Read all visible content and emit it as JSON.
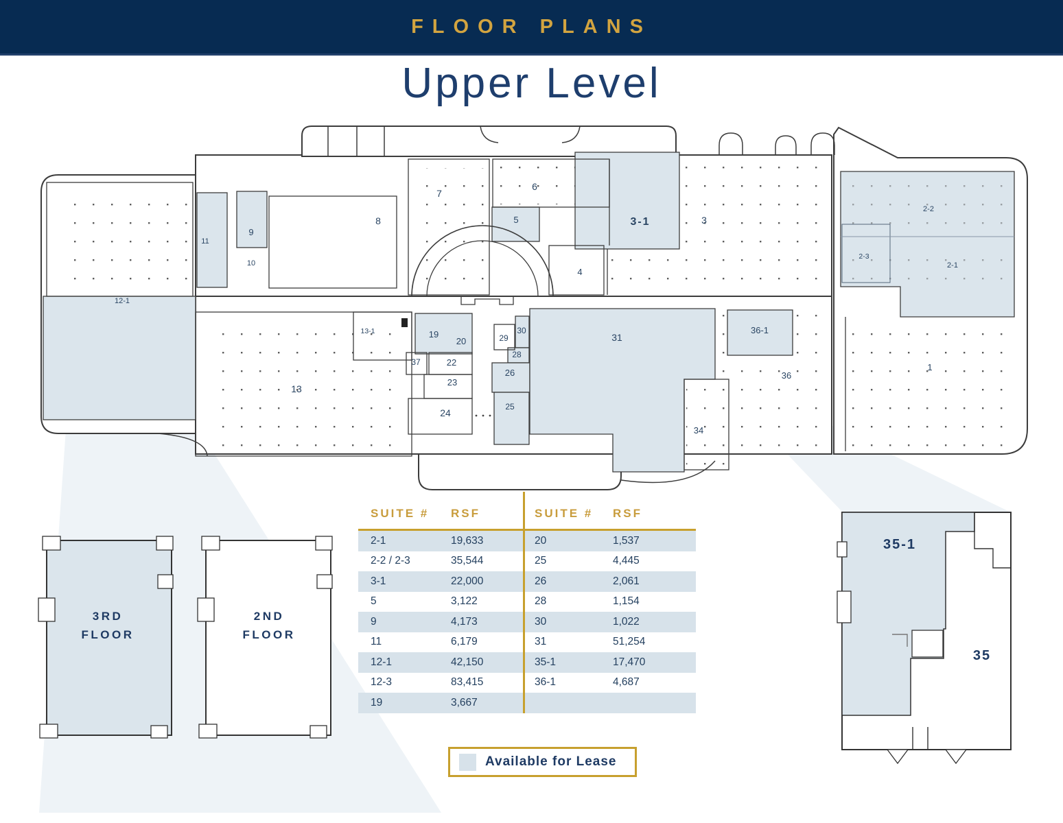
{
  "header": {
    "title": "FLOOR PLANS"
  },
  "page": {
    "title": "Upper Level"
  },
  "colors": {
    "navy_bar": "#072b52",
    "gold": "#c89c3c",
    "available_shade": "#dbe5ec",
    "wall": "#3c3c3c",
    "label_navy": "#2a4563"
  },
  "plan": {
    "labels": {
      "s7": "7",
      "s8": "8",
      "s6": "6",
      "s5": "5",
      "s4": "4",
      "s3_1": "3-1",
      "s3": "3",
      "s11": "11",
      "s9": "9",
      "s10": "10",
      "s12_1": "12-1",
      "s13": "13",
      "s13_1": "13-1",
      "s19": "19",
      "s20": "20",
      "s37": "37",
      "s22": "22",
      "s23": "23",
      "s24": "24",
      "s29": "29",
      "s30": "30",
      "s28": "28",
      "s26": "26",
      "s25": "25",
      "s31": "31",
      "s34": "34",
      "s36": "36",
      "s36_1": "36-1",
      "s2_2": "2-2",
      "s2_3": "2-3",
      "s2_1": "2-1",
      "s1": "1"
    }
  },
  "mini": {
    "third": {
      "l1": "3RD",
      "l2": "FLOOR"
    },
    "second": {
      "l1": "2ND",
      "l2": "FLOOR"
    },
    "right": {
      "s35_1": "35-1",
      "s35": "35"
    }
  },
  "table": {
    "col_headers": [
      "SUITE #",
      "RSF"
    ],
    "left_rows": [
      [
        "2-1",
        "19,633"
      ],
      [
        "2-2 / 2-3",
        "35,544"
      ],
      [
        "3-1",
        "22,000"
      ],
      [
        "5",
        "3,122"
      ],
      [
        "9",
        "4,173"
      ],
      [
        "11",
        "6,179"
      ],
      [
        "12-1",
        "42,150"
      ],
      [
        "12-3",
        "83,415"
      ],
      [
        "19",
        "3,667"
      ]
    ],
    "right_rows": [
      [
        "20",
        "1,537"
      ],
      [
        "25",
        "4,445"
      ],
      [
        "26",
        "2,061"
      ],
      [
        "28",
        "1,154"
      ],
      [
        "30",
        "1,022"
      ],
      [
        "31",
        "51,254"
      ],
      [
        "35-1",
        "17,470"
      ],
      [
        "36-1",
        "4,687"
      ],
      [
        "",
        ""
      ]
    ]
  },
  "legend": {
    "label": "Available for Lease"
  }
}
